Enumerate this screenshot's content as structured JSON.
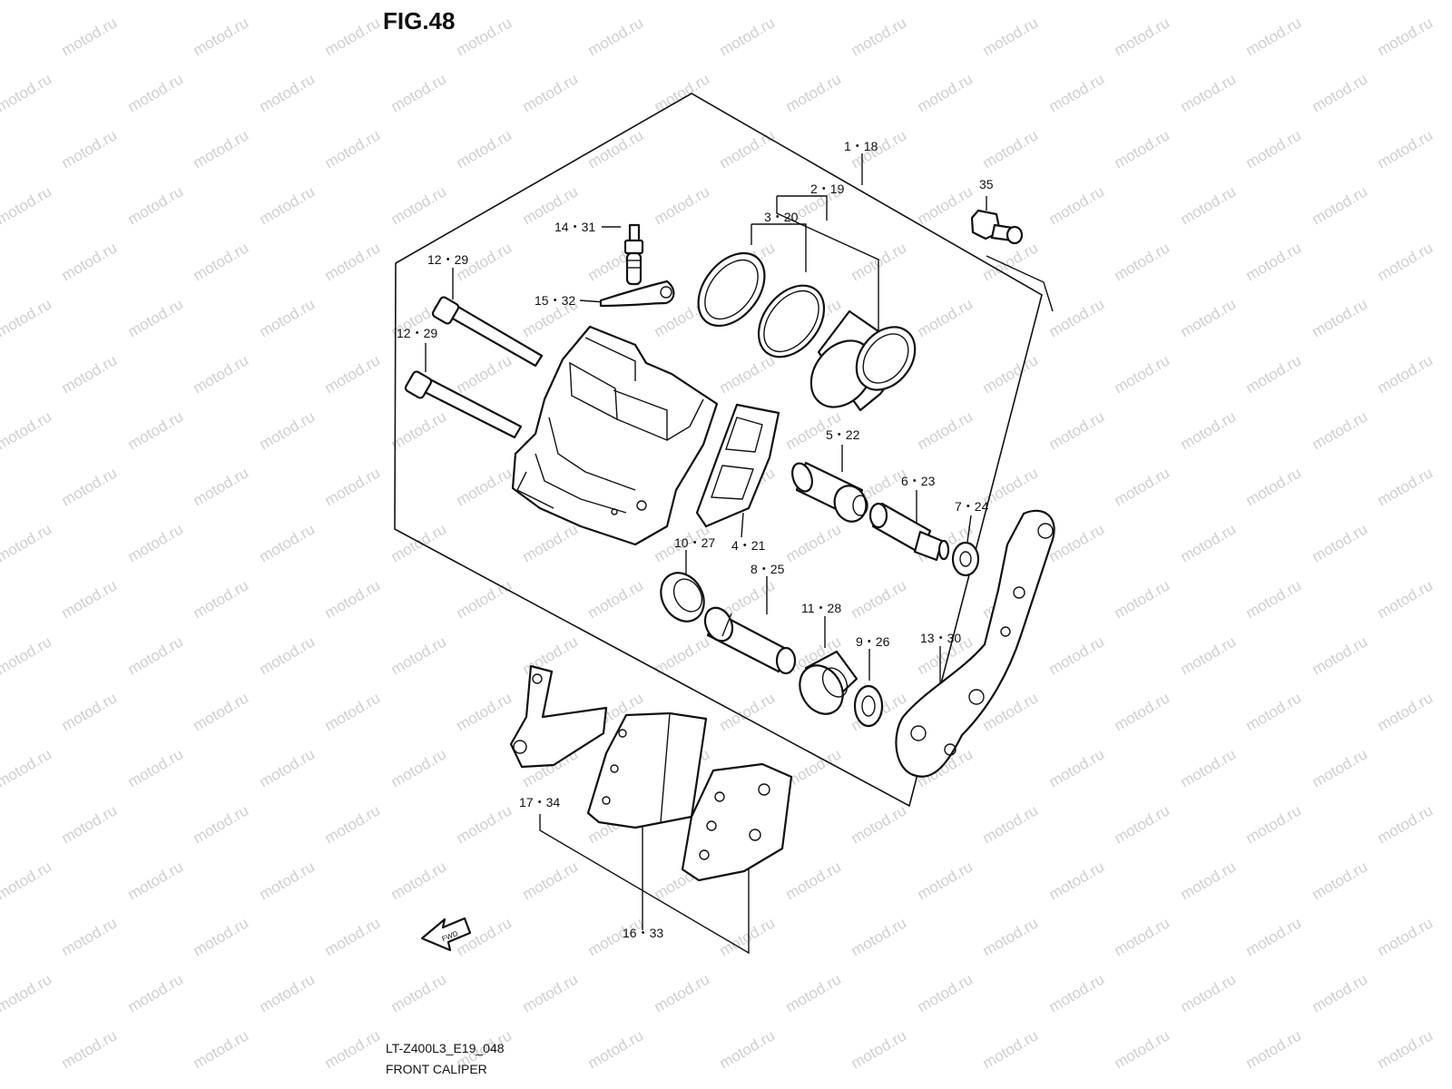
{
  "figure": {
    "title": "FIG.48",
    "model_code": "LT-Z400L3_E19_048",
    "caption": "FRONT CALIPER",
    "watermark": "motod.ru",
    "fwd_arrow_label": "FWD"
  },
  "callouts": [
    {
      "id": "c-1-18",
      "label": "1・18"
    },
    {
      "id": "c-2-19",
      "label": "2・19"
    },
    {
      "id": "c-3-20",
      "label": "3・20"
    },
    {
      "id": "c-35",
      "label": "35"
    },
    {
      "id": "c-14-31",
      "label": "14・31"
    },
    {
      "id": "c-12-29-a",
      "label": "12・29"
    },
    {
      "id": "c-15-32",
      "label": "15・32"
    },
    {
      "id": "c-12-29-b",
      "label": "12・29"
    },
    {
      "id": "c-5-22",
      "label": "5・22"
    },
    {
      "id": "c-6-23",
      "label": "6・23"
    },
    {
      "id": "c-7-24",
      "label": "7・24"
    },
    {
      "id": "c-10-27",
      "label": "10・27"
    },
    {
      "id": "c-4-21",
      "label": "4・21"
    },
    {
      "id": "c-8-25",
      "label": "8・25"
    },
    {
      "id": "c-11-28",
      "label": "11・28"
    },
    {
      "id": "c-9-26",
      "label": "9・26"
    },
    {
      "id": "c-13-30",
      "label": "13・30"
    },
    {
      "id": "c-17-34",
      "label": "17・34"
    },
    {
      "id": "c-16-33",
      "label": "16・33"
    }
  ],
  "colors": {
    "line": "#111111",
    "background": "#ffffff",
    "watermark": "#cfcfcf"
  }
}
